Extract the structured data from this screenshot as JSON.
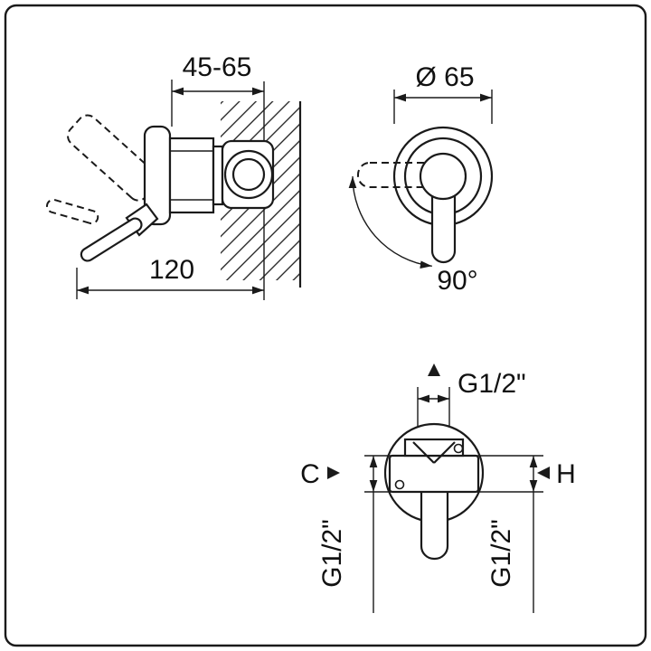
{
  "side_view": {
    "depth_range_label": "45-65",
    "total_depth_label": "120"
  },
  "front_view": {
    "diameter_label": "Ø 65",
    "rotation_label": "90°"
  },
  "bottom_view": {
    "top_connection_label": "G1/2\"",
    "left_dimension_label": "C",
    "right_dimension_label": "H",
    "left_connection_label": "G1/2\"",
    "right_connection_label": "G1/2\""
  },
  "colors": {
    "line": "#1a1a1a",
    "background": "#ffffff"
  }
}
